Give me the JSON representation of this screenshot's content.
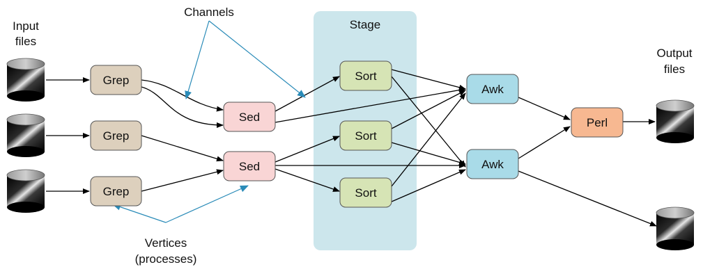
{
  "labels": {
    "channels": "Channels",
    "stage": "Stage",
    "input_files": [
      "Input",
      "files"
    ],
    "output_files": [
      "Output",
      "files"
    ],
    "vertices": [
      "Vertices",
      "(processes)"
    ]
  },
  "nodes": {
    "grep": [
      "Grep",
      "Grep",
      "Grep"
    ],
    "sed": [
      "Sed",
      "Sed"
    ],
    "sort": [
      "Sort",
      "Sort",
      "Sort"
    ],
    "awk": [
      "Awk",
      "Awk"
    ],
    "perl": "Perl"
  },
  "colors": {
    "grep": "#ddd0bd",
    "sed": "#f9d5d5",
    "sort": "#d6e4b5",
    "awk": "#a9dbe8",
    "perl": "#f7b891",
    "stage_band": "#cce6ec",
    "annotation_arrow": "#2a8bb8",
    "edge": "#000000",
    "node_border": "#555555"
  }
}
